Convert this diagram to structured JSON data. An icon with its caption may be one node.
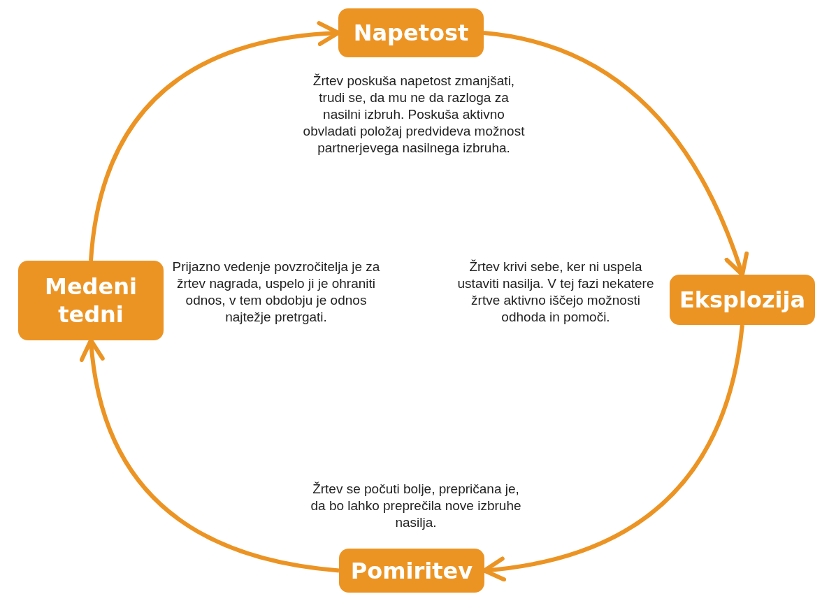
{
  "diagram": {
    "nodes": [
      {
        "text": [
          "Napetost"
        ],
        "beside": [
          "Žrtev poskuša napetost zmanjšati, trudi se, da mu ne da razloga za nasilni izbruh. Poskuša aktivno obvladati položaj predvideva možnost partnerjevega nasilnega izbruha."
        ]
      },
      {
        "text": [
          "Eksplozija"
        ],
        "beside": [
          "Žrtev krivi sebe, ker ni uspela ustaviti nasilja. V tej fazi nekatere žrtve aktivno iščejo možnosti odhoda in pomoči."
        ]
      },
      {
        "text": [
          "Pomiritev"
        ],
        "beside": [
          "Žrtev se počuti bolje, prepričana je, da bo lahko preprečila nove izbruhe nasilja."
        ]
      },
      {
        "text": [
          "Medeni tedni"
        ],
        "beside": [
          "Prijazno vedenje povzročitelja je za žrtev nagrada, uspelo ji je ohraniti odnos, v tem obdobju je odnos najtežje pretrgati."
        ]
      }
    ],
    "edges": [
      {
        "from": 0,
        "to": 1,
        "arrow": "to"
      },
      {
        "from": 1,
        "to": 2,
        "arrow": "to"
      },
      {
        "from": 2,
        "to": 3,
        "arrow": "to"
      },
      {
        "from": 3,
        "to": 0,
        "arrow": "to"
      }
    ]
  }
}
